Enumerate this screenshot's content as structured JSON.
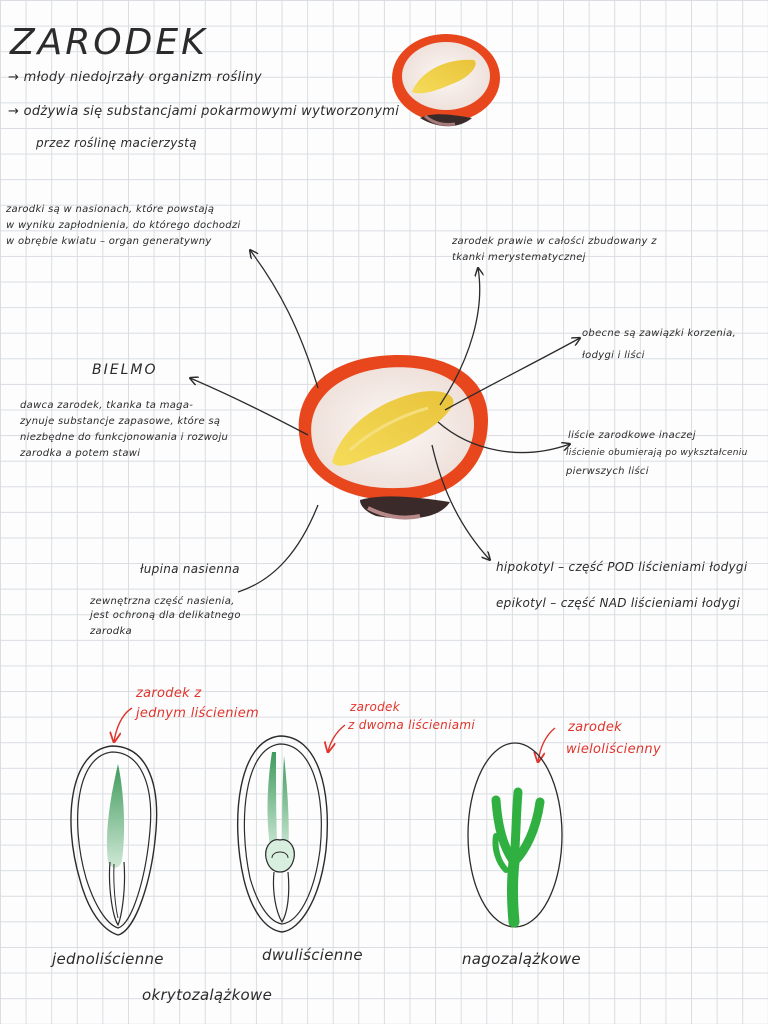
{
  "title": "ZARODEK",
  "intro": {
    "line1": "→ młody niedojrzały organizm rośliny",
    "line2": "→ odżywia się substancjami pokarmowymi wytworzonymi",
    "line3": "przez roślinę macierzystą"
  },
  "notes": {
    "top_left": {
      "l1": "zarodki są w nasionach, które powstają",
      "l2": "w wyniku zapłodnienia, do którego dochodzi",
      "l3": "w obrębie kwiatu – organ generatywny"
    },
    "top_right": {
      "l1": "zarodek prawie w całości zbudowany z",
      "l2": "tkanki merystematycznej"
    },
    "right_1": {
      "l1": "obecne są zawiązki korzenia,",
      "l2": "łodygi i liści"
    },
    "right_2": {
      "l1": "liście zarodkowe inaczej",
      "l2": "liścienie obumierają po wykształceniu",
      "l3": "pierwszych liści"
    },
    "bielmo": {
      "label": "BIELMO",
      "l1": "dawca zarodek, tkanka ta maga-",
      "l2": "zynuje substancje zapasowe, które są",
      "l3": "niezbędne do funkcjonowania i rozwoju",
      "l4": "zarodka a potem stawi"
    },
    "lupina": {
      "label": "łupina nasienna",
      "l1": "zewnętrzna część nasienia,",
      "l2": "jest ochroną dla delikatnego",
      "l3": "zarodka"
    },
    "hypocotyl": "hipokotyl – część POD liścieniami łodygi",
    "epicotyl": "epikotyl – część NAD liścieniami łodygi"
  },
  "diagrams": {
    "mono": {
      "annotation_l1": "zarodek z",
      "annotation_l2": "jednym liścieniem",
      "caption": "jednoliścienne"
    },
    "dicot": {
      "annotation_l1": "zarodek",
      "annotation_l2": "z dwoma liścieniami",
      "caption": "dwuliścienne"
    },
    "poly": {
      "annotation_l1": "zarodek",
      "annotation_l2": "wieloliścienny",
      "caption": "nagozalążkowe"
    },
    "group_caption": "okrytozalążkowe"
  },
  "colors": {
    "ink": "#2b2b2b",
    "red_ink": "#e0342c",
    "seed_coat": "#e8461c",
    "endosperm": "#f1e7e2",
    "embryo": "#f1cf45",
    "cotyledon_green": "#5aa86f",
    "poly_green": "#2fb040"
  }
}
